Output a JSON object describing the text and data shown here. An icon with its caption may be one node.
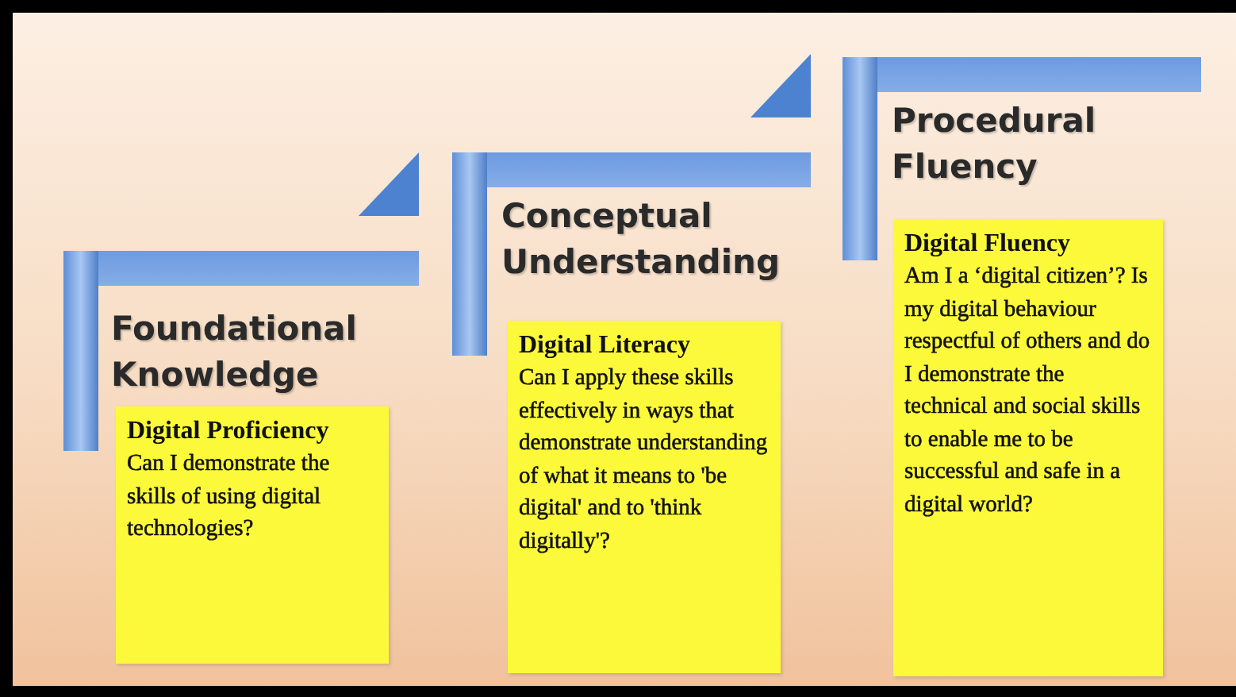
{
  "diagram": {
    "nodes": [
      {
        "text": [
          "Foundational Knowledge"
        ]
      },
      {
        "text": [
          "Digital Proficiency",
          "Can I demonstrate the skills of using digital technologies?"
        ]
      },
      {
        "text": [
          "Conceptual Understanding"
        ]
      },
      {
        "text": [
          "Digital Literacy",
          "Can I apply these skills effectively in ways that demonstrate understanding of what it means to 'be digital' and to 'think digitally'?"
        ]
      },
      {
        "text": [
          "Procedural Fluency"
        ]
      },
      {
        "text": [
          "Digital Fluency",
          "Am I a ‘digital citizen’? Is my digital behaviour respectful of others and do I demonstrate the technical and social skills to enable me to be successful and safe in a digital world?"
        ]
      }
    ]
  }
}
